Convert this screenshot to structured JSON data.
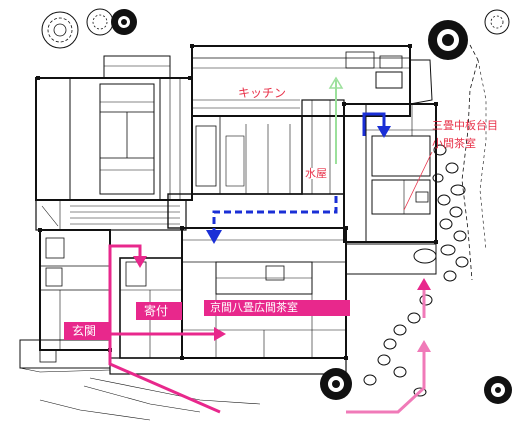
{
  "labels": {
    "kitchen": "キッチン",
    "mizuya": "水屋",
    "sanjo": "三畳中板台目",
    "koma": "小間茶室",
    "yoritsuki": "寄付",
    "hiroma": "京間八畳広間茶室",
    "genkan": "玄関"
  },
  "colors": {
    "wall": "#111111",
    "tatami_line": "#333333",
    "route_magenta": "#e8288c",
    "route_pink": "#f07ab8",
    "route_blue": "#1a2fd6",
    "route_green": "#9be09b",
    "label_red": "#e8324a"
  }
}
